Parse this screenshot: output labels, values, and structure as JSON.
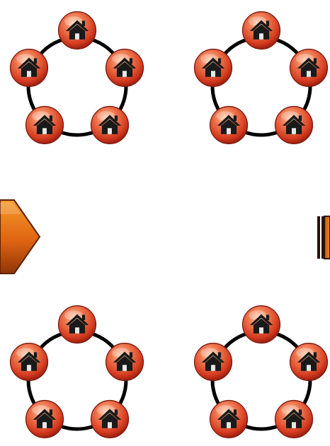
{
  "diagram": {
    "clusters": [
      {
        "id": "cluster-top-left",
        "node_count": 5
      },
      {
        "id": "cluster-top-right",
        "node_count": 5
      },
      {
        "id": "cluster-bottom-left",
        "node_count": 5
      },
      {
        "id": "cluster-bottom-right",
        "node_count": 5
      }
    ],
    "node_icon": "house-icon",
    "connector_style": "black ring linking the five house nodes",
    "arrows": [
      {
        "id": "arrow-left",
        "direction": "right",
        "icon": "chevron-arrow-right-icon"
      },
      {
        "id": "arrow-right",
        "direction": "right",
        "icon": "block-arrow-right-icon"
      }
    ],
    "colors": {
      "node_light": "#ffb38a",
      "node_mid": "#e8502e",
      "node_dark": "#9e1d0e",
      "node_rim": "#7a1a10",
      "house": "#1a1a1a",
      "ring": "#000000",
      "arrow_light": "#f08a1c",
      "arrow_dark": "#9a3806",
      "background": "#ffffff"
    }
  }
}
